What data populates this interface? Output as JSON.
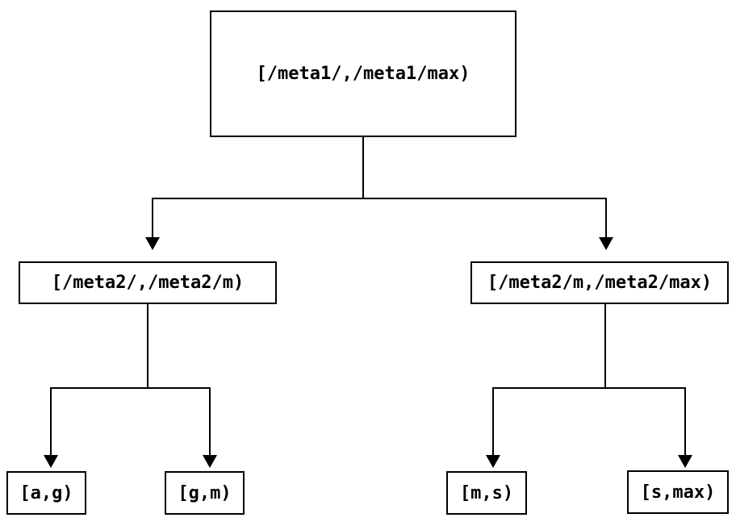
{
  "diagram": {
    "type": "binary-range-partition-tree",
    "colors": {
      "line": "#000000",
      "box_border": "#000000",
      "box_fill": "#ffffff",
      "text": "#000000",
      "background": "#ffffff"
    },
    "tree": {
      "root": {
        "label": "[/meta1/,/meta1/max)",
        "children": [
          {
            "label": "[/meta2/,/meta2/m)",
            "children": [
              {
                "label": "[a,g)"
              },
              {
                "label": "[g,m)"
              }
            ]
          },
          {
            "label": "[/meta2/m,/meta2/max)",
            "children": [
              {
                "label": "[m,s)"
              },
              {
                "label": "[s,max)"
              }
            ]
          }
        ]
      }
    }
  }
}
